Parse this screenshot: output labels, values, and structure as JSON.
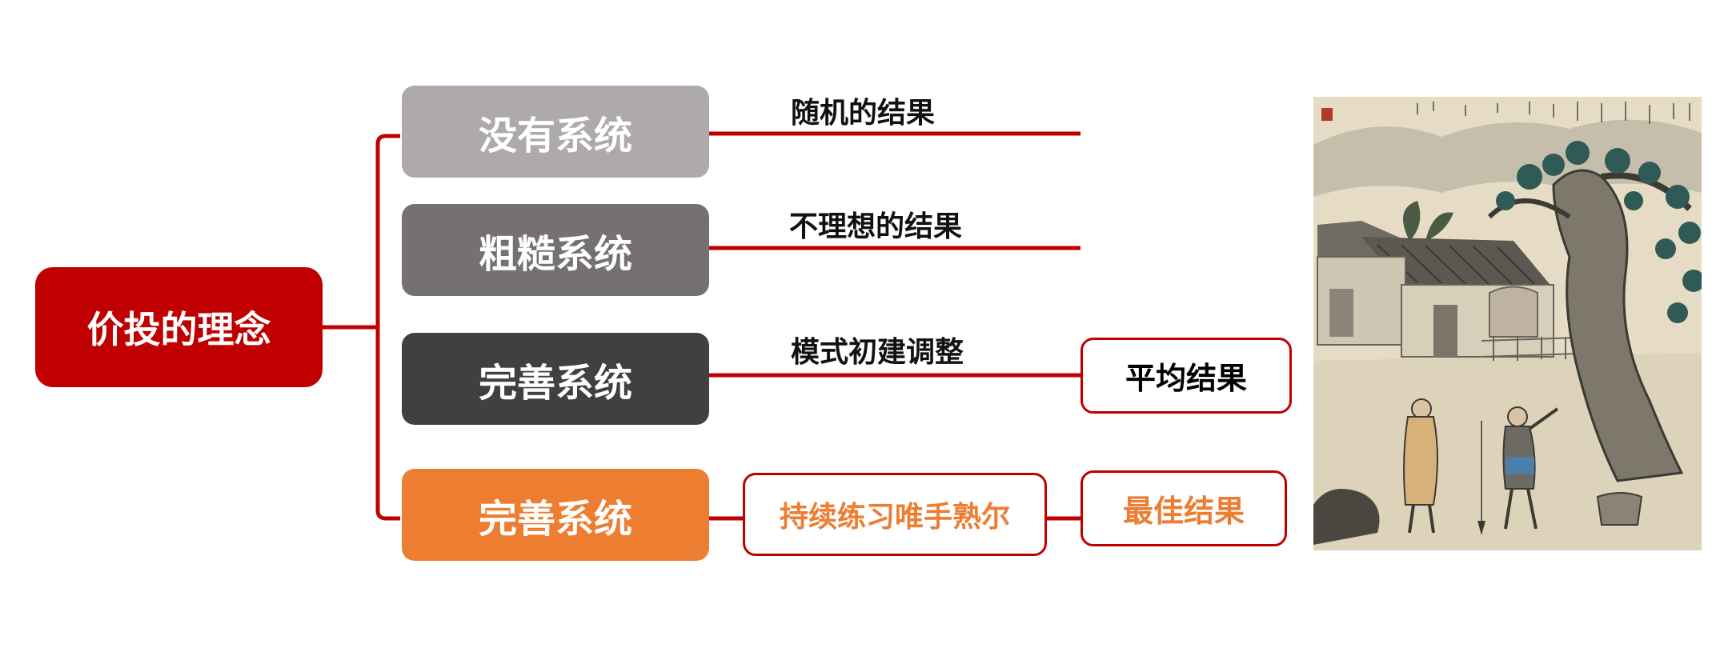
{
  "root": {
    "label": "价投的理念"
  },
  "systems": [
    {
      "label": "没有系统",
      "color": "#aeaaaa"
    },
    {
      "label": "粗糙系统",
      "color": "#767171"
    },
    {
      "label": "完善系统",
      "color": "#404040"
    },
    {
      "label": "完善系统",
      "color": "#ed7d31"
    }
  ],
  "outcomes": [
    {
      "label": "随机的结果"
    },
    {
      "label": "不理想的结果"
    },
    {
      "label": "模式初建调整"
    }
  ],
  "practice": {
    "label": "持续练习唯手熟尔"
  },
  "results": [
    {
      "label": "平均结果",
      "color": "#000000"
    },
    {
      "label": "最佳结果",
      "color": "#ed7d31"
    }
  ],
  "accent_color": "#c00000"
}
